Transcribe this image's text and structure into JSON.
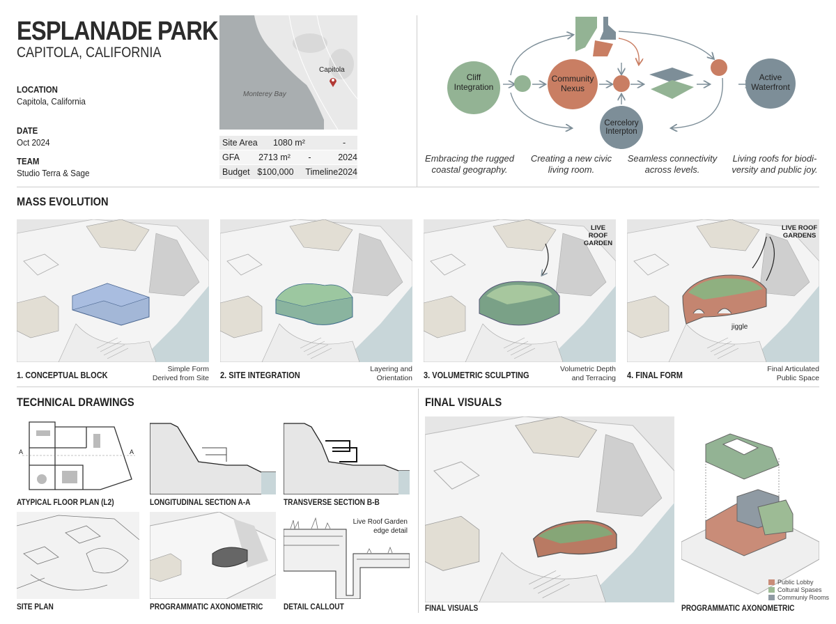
{
  "header": {
    "title": "ESPLANADE PARK",
    "subtitle": "CAPITOLA, CALIFORNIA"
  },
  "info": [
    {
      "label": "LOCATION",
      "value": "Capitola, California"
    },
    {
      "label": "DATE",
      "value": "Oct 2024"
    },
    {
      "label": "TEAM",
      "value": "Studio Terra & Sage"
    }
  ],
  "map": {
    "place_label": "Capitola",
    "water_label": "Monterey Bay",
    "pin_icon": "map-pin-icon",
    "pin_color": "#b23a35"
  },
  "stats": [
    [
      "Site Area",
      "1080 m²",
      "-",
      ""
    ],
    [
      "GFA",
      "2713 m²",
      "-",
      "2024"
    ],
    [
      "Budget",
      "$100,000",
      "Timeline",
      "2024"
    ]
  ],
  "concept": {
    "nodes": {
      "cliff": "Cliff\nIntegration",
      "nexus": "Community\nNexus",
      "cercelory": "Cercelory\nInterpton",
      "waterfront": "Active\nWaterfront"
    },
    "colors": {
      "green": "#93b394",
      "orange": "#c97e63",
      "slate": "#7d8e98"
    },
    "captions": [
      "Embracing the rugged coastal geography.",
      "Creating a new civic living room.",
      "Seamless connectivity across levels.",
      "Living roofs for biodi-versity and public joy."
    ]
  },
  "mass": {
    "heading": "MASS EVOLUTION",
    "steps": [
      {
        "title": "1. CONCEPTUAL BLOCK",
        "desc": "Simple Form\nDerived from Site"
      },
      {
        "title": "2. SITE INTEGRATION",
        "desc": "Layering and\nOrientation"
      },
      {
        "title": "3. VOLUMETRIC SCULPTING",
        "desc": "Volumetric Depth\nand Terracing",
        "annotation": "LIVE ROOF\nGARDEN"
      },
      {
        "title": "4. FINAL FORM",
        "desc": "Final Articulated\nPublic Space",
        "annotation": "LIVE ROOF\nGARDENS",
        "note": "jiggle"
      }
    ]
  },
  "technical": {
    "heading": "TECHNICAL DRAWINGS",
    "drawings": [
      "ATYPICAL FLOOR PLAN (L2)",
      "LONGITUDINAL SECTION A-A",
      "TRANSVERSE SECTION B-B",
      "SITE PLAN",
      "PROGRAMMATIC AXONOMETRIC",
      "DETAIL CALLOUT"
    ],
    "section_marker": "A",
    "detail_note": "Live Roof Garden\nedge detail"
  },
  "final": {
    "heading": "FINAL VISUALS",
    "visual_label": "FINAL VISUALS",
    "axon_label": "PROGRAMMATIC AXONOMETRIC",
    "legend": [
      {
        "label": "Public Lobby",
        "color": "#c98c78"
      },
      {
        "label": "Coltural Spases",
        "color": "#9dbb95"
      },
      {
        "label": "Communiy Rooms",
        "color": "#8f9aa3"
      }
    ]
  }
}
